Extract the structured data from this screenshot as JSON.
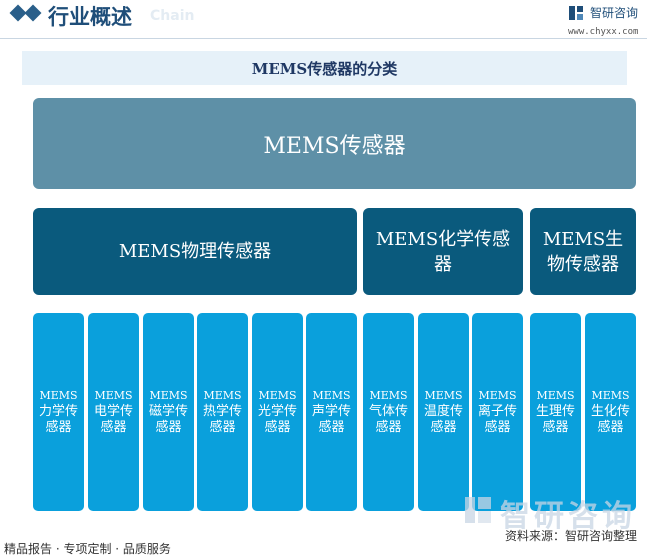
{
  "header": {
    "title": "行业概述",
    "ghost_text": "Chain",
    "logo_text": "智研咨询",
    "logo_url": "www.chyxx.com"
  },
  "diagram": {
    "title": "MEMS传感器的分类",
    "root": "MEMS传感器",
    "categories": [
      {
        "label": "MEMS物理传感器",
        "children": [
          "力学传感器",
          "电学传感器",
          "磁学传感器",
          "热学传感器",
          "光学传感器",
          "声学传感器"
        ]
      },
      {
        "label": "MEMS化学传感器",
        "children": [
          "气体传感器",
          "温度传感器",
          "离子传感器"
        ]
      },
      {
        "label": "MEMS生物传感器",
        "children": [
          "生理传感器",
          "生化传感器"
        ]
      }
    ],
    "leaf_prefix": "MEMS"
  },
  "watermark": "智研咨询",
  "footer": {
    "left": "精品报告 · 专项定制 · 品质服务",
    "right": "资料来源：智研咨询整理"
  },
  "colors": {
    "root": "#5e90a7",
    "level2": "#0a5a7d",
    "leaf": "#0aa0dc",
    "title_band": "#e6f1f9",
    "brand": "#1f4e79"
  }
}
